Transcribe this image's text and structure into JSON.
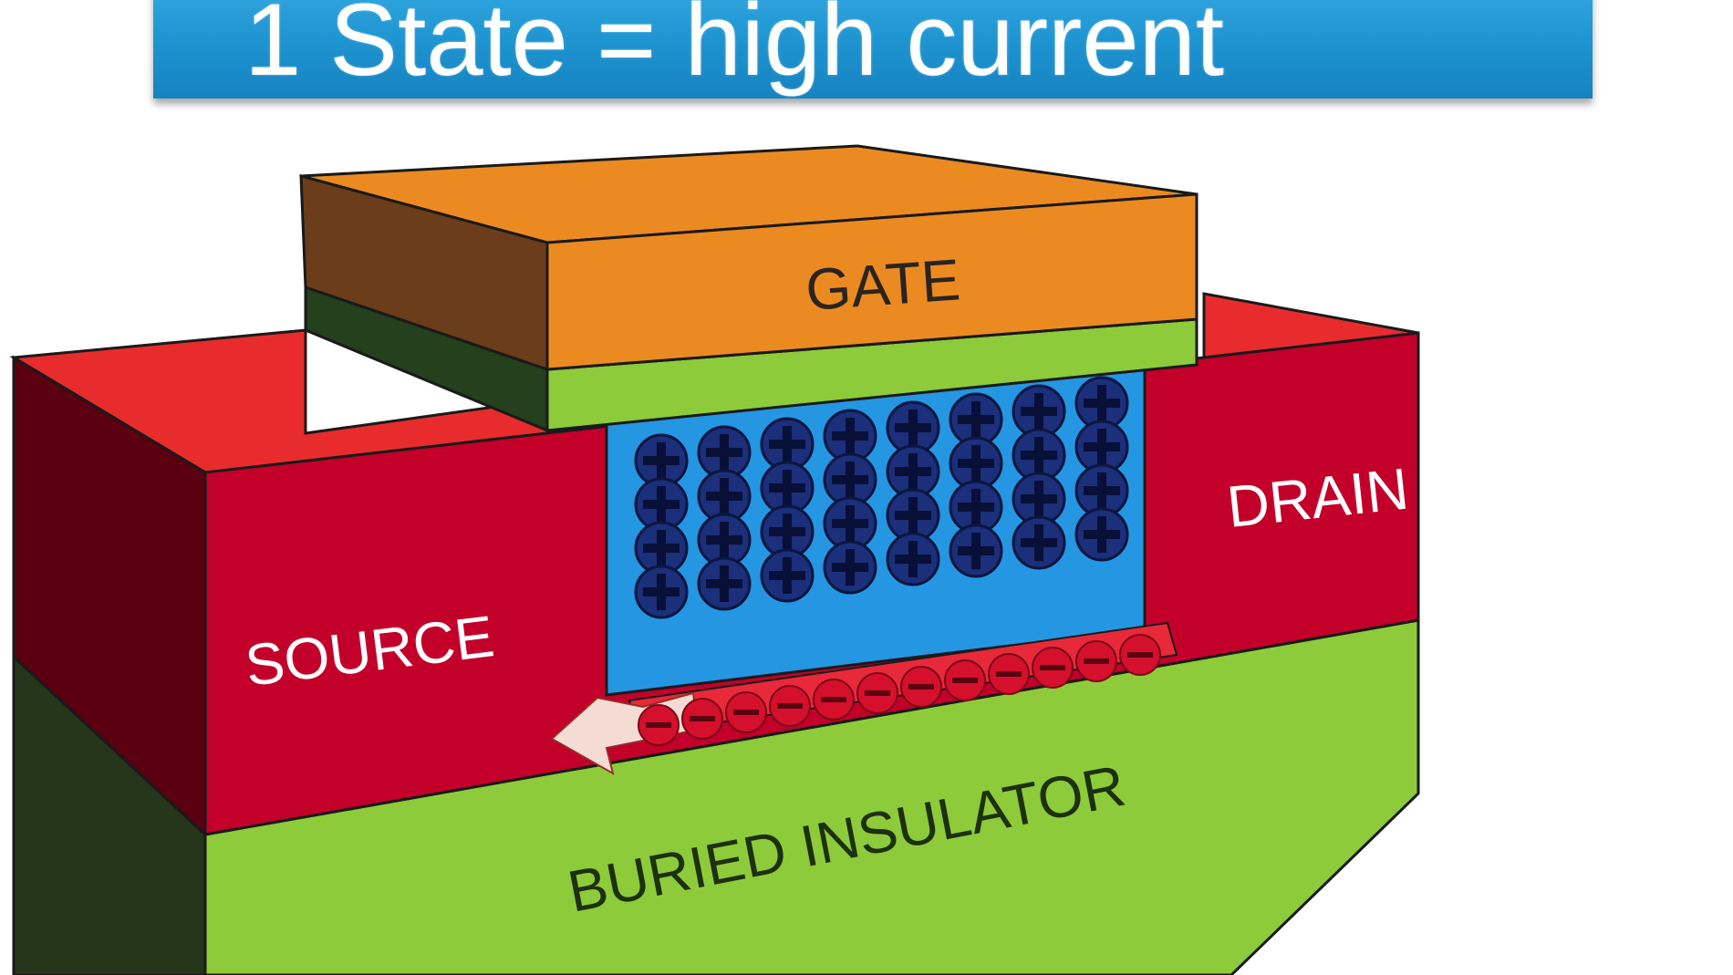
{
  "banner": {
    "title": "1 State = high current"
  },
  "labels": {
    "gate": "GATE",
    "drain": "DRAIN",
    "source": "SOURCE",
    "buried_insulator": "BURIED INSULATOR"
  },
  "colors": {
    "banner": "#1f95d2",
    "gate": "#ec8a22",
    "gate_side": "#6b3d1b",
    "gate_oxide": "#8dcb3a",
    "source_drain": "#c2002a",
    "source_drain_top": "#e82c2d",
    "channel": "#2596e2",
    "insulator": "#8dcb3a",
    "hole": "#1b2f7a",
    "electron": "#d5102c"
  },
  "channel": {
    "positive_carriers": 32,
    "negative_carriers": 12
  }
}
